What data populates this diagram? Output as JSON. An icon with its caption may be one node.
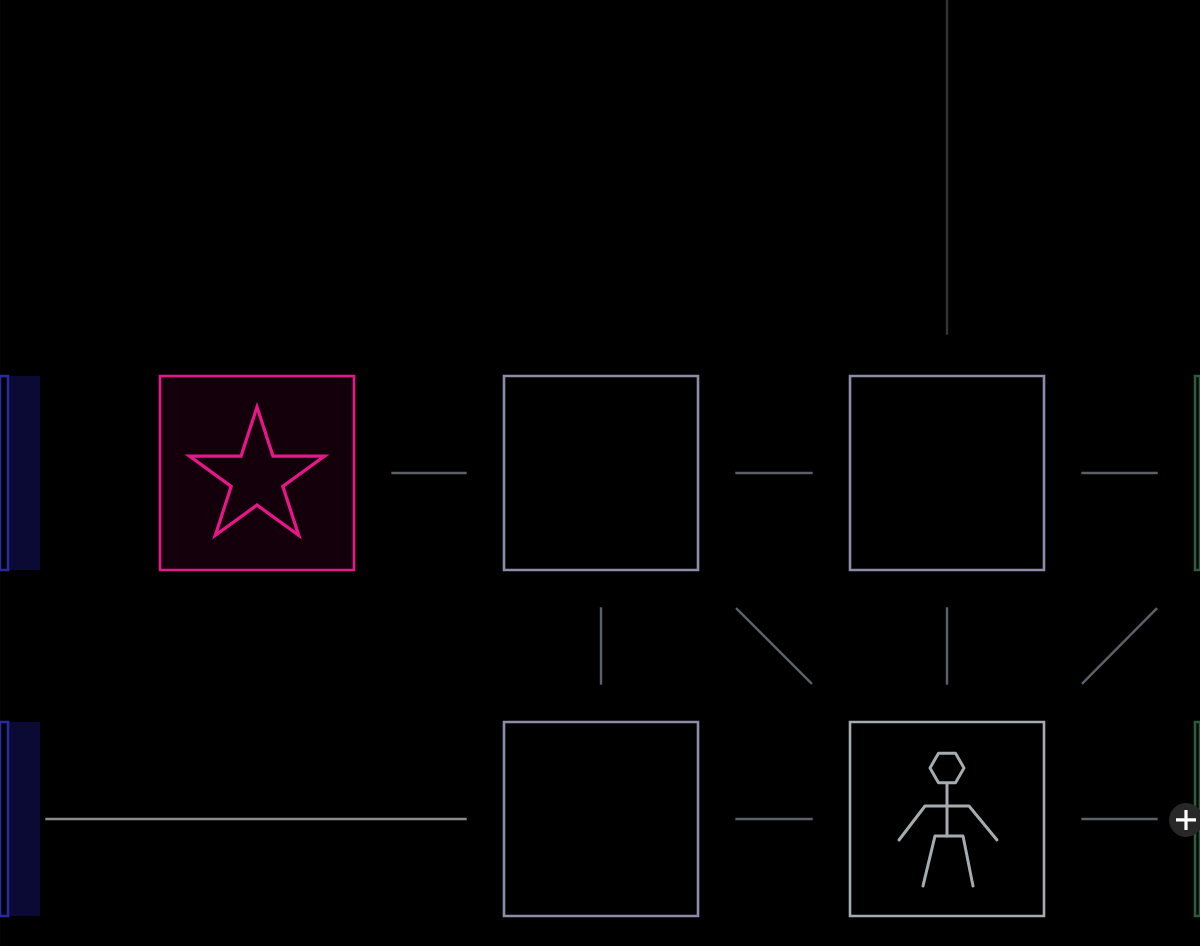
{
  "diagram": {
    "nodes": [
      {
        "text": [],
        "shape": "box"
      },
      {
        "text": [],
        "shape": "box"
      },
      {
        "text": [],
        "shape": "star",
        "in": 1
      },
      {
        "text": [],
        "shape": "box"
      },
      {
        "text": [],
        "shape": "box"
      },
      {
        "text": [],
        "shape": "box"
      },
      {
        "text": [],
        "shape": "box"
      },
      {
        "text": [],
        "shape": "box"
      },
      {
        "text": [],
        "shape": "box"
      },
      {
        "text": [],
        "shape": "person",
        "in": 8
      },
      {
        "text": [],
        "shape": "box"
      }
    ],
    "edges": [
      {
        "from": null,
        "to": 4,
        "arrow": "none",
        "color": "#2e3836"
      },
      {
        "from": 1,
        "to": 3,
        "arrow": "none"
      },
      {
        "from": 3,
        "to": 4,
        "arrow": "none"
      },
      {
        "from": 4,
        "to": 5,
        "arrow": "none"
      },
      {
        "from": 3,
        "to": 7,
        "arrow": "none"
      },
      {
        "from": 3,
        "to": 8,
        "arrow": "none"
      },
      {
        "from": 4,
        "to": 8,
        "arrow": "none"
      },
      {
        "from": 5,
        "to": 8,
        "arrow": "none"
      },
      {
        "from": 6,
        "to": 7,
        "arrow": "none",
        "color": "#8a8a8a"
      },
      {
        "from": 7,
        "to": 8,
        "arrow": "none"
      },
      {
        "from": 8,
        "to": 10,
        "arrow": "none"
      }
    ]
  }
}
